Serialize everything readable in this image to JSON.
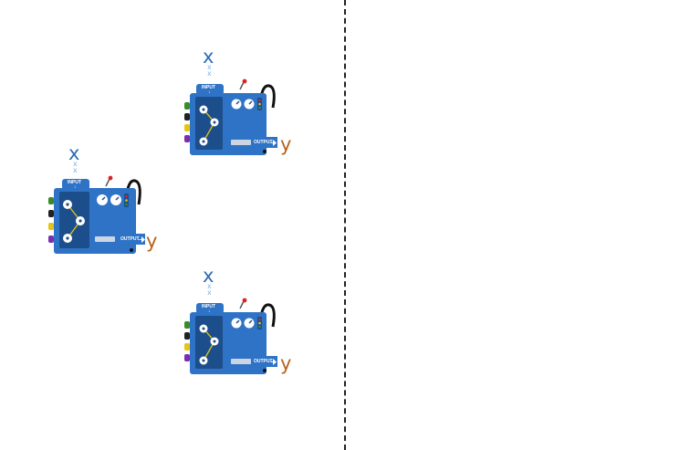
{
  "machines": [
    {
      "input_var": "x",
      "output_var": "y",
      "input_label": "INPUT",
      "output_label": "OUTPUT"
    },
    {
      "input_var": "x",
      "output_var": "y",
      "input_label": "INPUT",
      "output_label": "OUTPUT"
    },
    {
      "input_var": "x",
      "output_var": "y",
      "input_label": "INPUT",
      "output_label": "OUTPUT"
    }
  ],
  "colors": {
    "machine_body": "#2f73c6",
    "machine_dark": "#1c4f8f",
    "panel": "#1d4e8c",
    "x_label": "#2d6db5",
    "y_label": "#b8621b"
  },
  "icons": [
    "function-machine-icon",
    "pulley-belt-icon",
    "gear-icon",
    "arrow-icon"
  ]
}
